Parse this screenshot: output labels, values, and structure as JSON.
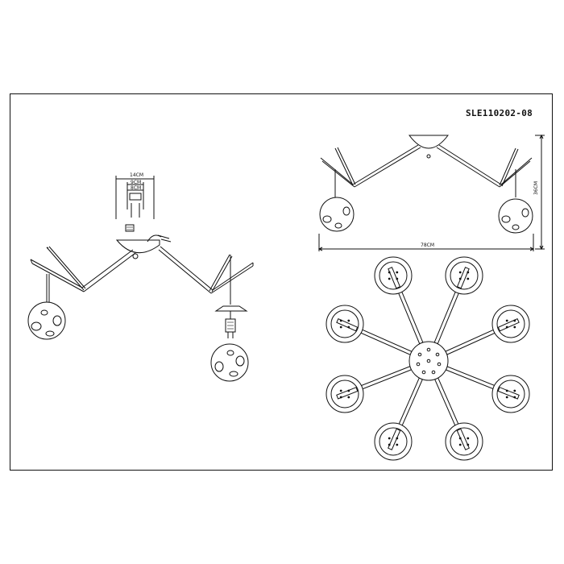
{
  "drawing": {
    "model_code": "SLE110202-08",
    "colors": {
      "line": "#111111",
      "background": "#ffffff"
    }
  },
  "dimensions": {
    "canopy_width": "14CM",
    "canopy_inner_1": "9CM",
    "canopy_inner_2": "8CM",
    "overall_width": "78CM",
    "overall_height": "36CM"
  },
  "views": {
    "left": "perspective-view",
    "right_top": "front-view",
    "right_bottom": "top-view"
  }
}
